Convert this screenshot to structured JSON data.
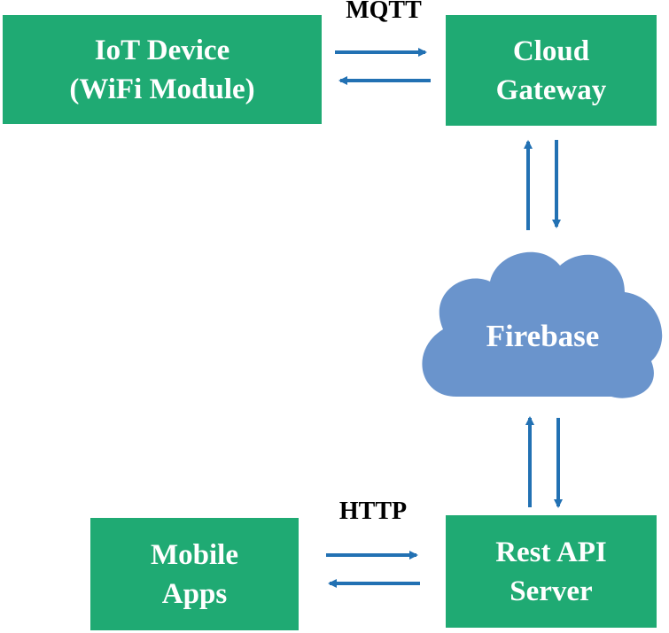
{
  "nodes": {
    "iot_device": {
      "line1": "IoT Device",
      "line2": "(WiFi Module)"
    },
    "cloud_gateway": {
      "line1": "Cloud",
      "line2": "Gateway"
    },
    "firebase": {
      "label": "Firebase"
    },
    "mobile_apps": {
      "line1": "Mobile",
      "line2": "Apps"
    },
    "rest_api_server": {
      "line1": "Rest API",
      "line2": "Server"
    }
  },
  "protocols": {
    "mqtt": "MQTT",
    "http": "HTTP"
  },
  "colors": {
    "box": "#1faa73",
    "cloud": "#6a94cc",
    "arrow": "#2271b3",
    "text_on_box": "#ffffff",
    "protocol_text": "#000000"
  },
  "icons": {
    "firebase_shape": "cloud-icon",
    "connectors": "arrow-icon"
  }
}
